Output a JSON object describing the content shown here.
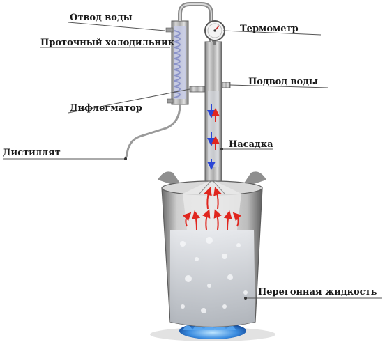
{
  "labels": {
    "water_out": "Отвод воды",
    "condenser": "Проточный холодильник",
    "thermometer": "Термометр",
    "water_in": "Подвод воды",
    "dephlegmator": "Дифлегматор",
    "distillate": "Дистиллят",
    "column": "Насадка",
    "liquid": "Перегонная жидкость"
  },
  "colors": {
    "steel": "#b9b9b9",
    "steel_dark": "#6f6f6f",
    "liquid": "#c9cdd2",
    "vapor_arrows": "#e0261e",
    "reflux_arrows": "#2b46d6",
    "coil": "#c7cbe6",
    "flame": "#3a8ce0",
    "leader_lines": "#555555"
  },
  "icons": [
    "thermometer-gauge-icon",
    "burner-flame-icon"
  ]
}
